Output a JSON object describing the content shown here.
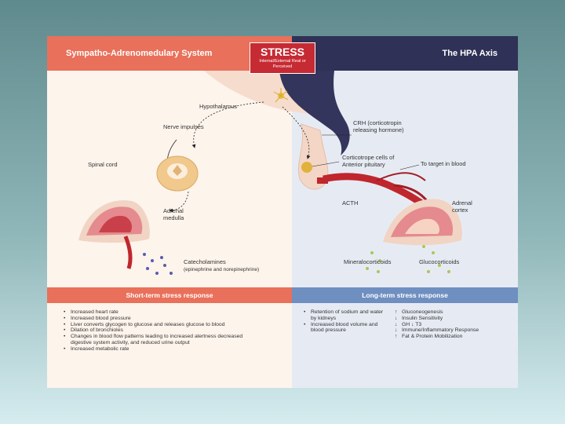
{
  "header": {
    "left_title": "Sympatho-Adrenomedulary System",
    "right_title": "The HPA Axis"
  },
  "stress_box": {
    "title": "STRESS",
    "subtitle": "Internal/External Real or Perceived"
  },
  "labels": {
    "hypothalamus": "Hypothalamus",
    "nerve_impulses": "Nerve impulses",
    "spinal_cord": "Spinal cord",
    "adrenal_medulla": "Adrenal medulla",
    "catecholamines": "Catecholamines",
    "catecholamines_detail": "(epinephrine and norepinephrine)",
    "crh": "CRH (corticotropin releasing hormone)",
    "corticotrope": "Corticotrope cells of Anterior pituitary",
    "to_target": "To target in blood",
    "acth": "ACTH",
    "adrenal_cortex": "Adrenal cortex",
    "mineralocorticoids": "Mineralocorticoids",
    "glucocorticoids": "Glucocorticoids"
  },
  "short_term": {
    "heading": "Short-term stress response",
    "items": [
      "Increased heart rate",
      "Increased blood pressure",
      "Liver converts glycogen to glucose and releases glucose to blood",
      "Dilation of bronchioles",
      "Changes in blood flow patterns leading to increased alertness decreased digestive system activity, and reduced urine output",
      "Increased metabolic rate"
    ]
  },
  "long_term": {
    "heading": "Long-term stress response",
    "items_left": [
      "Retention of sodium and water by kidneys",
      "Increased blood volume and blood pressure"
    ],
    "items_right": [
      {
        "mark": "↑",
        "text": "Gluconeogenesis"
      },
      {
        "mark": "↓",
        "text": "Insulin Sensitivity"
      },
      {
        "mark": "↓",
        "text": "GH ↓ T3"
      },
      {
        "mark": "↓",
        "text": "Immune/Inflammatory Response"
      },
      {
        "mark": "↑",
        "text": "Fat & Protein Mobilization"
      }
    ]
  },
  "colors": {
    "salmon": "#e9705a",
    "navy": "#2f3157",
    "stress_red": "#c62a33",
    "blue_bar": "#6f8fc1",
    "artery": "#c0262d",
    "adrenal_pink": "#e58a8e"
  }
}
